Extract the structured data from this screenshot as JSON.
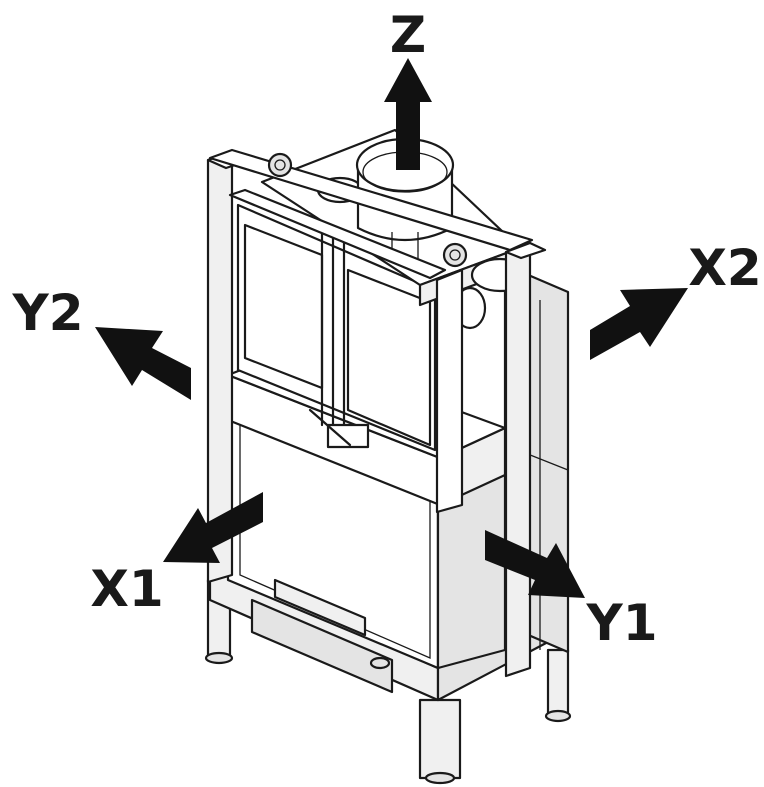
{
  "labels": {
    "z": "Z",
    "x1": "X1",
    "x2": "X2",
    "y1": "Y1",
    "y2": "Y2"
  },
  "colors": {
    "ink": "#1a1a1a",
    "arrow": "#111111",
    "panel_light": "#f0f0f0",
    "panel_mid": "#e4e4e4",
    "panel_dark": "#d0d0d0"
  }
}
